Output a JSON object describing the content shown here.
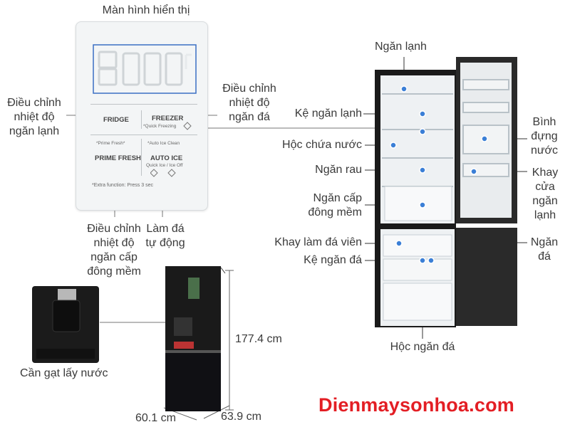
{
  "labels": {
    "display": "Màn hình hiển thị",
    "fridge_temp": [
      "Điều chỉnh",
      "nhiệt độ",
      "ngăn lạnh"
    ],
    "freezer_temp": [
      "Điều chỉnh",
      "nhiệt độ",
      "ngăn đá"
    ],
    "prime_fresh_temp": [
      "Điều chỉnh",
      "nhiệt độ",
      "ngăn cấp",
      "đông mềm"
    ],
    "auto_ice": [
      "Làm đá",
      "tự động"
    ],
    "fridge_compartment": "Ngăn lạnh",
    "fridge_shelf": "Kệ ngăn lạnh",
    "water_box": "Hộc chứa nước",
    "vegetable_drawer": "Ngăn rau",
    "prime_fresh_drawer": [
      "Ngăn cấp",
      "đông mềm"
    ],
    "ice_tray": "Khay làm đá viên",
    "freezer_shelf": "Kệ ngăn đá",
    "freezer_drawer": "Hộc ngăn đá",
    "water_tank": [
      "Bình",
      "đựng",
      "nước"
    ],
    "door_tray": [
      "Khay",
      "cửa",
      "ngăn",
      "lạnh"
    ],
    "freezer_compartment": [
      "Ngăn",
      "đá"
    ],
    "water_lever": "Cần gạt lấy nước",
    "height": "177.4 cm",
    "width": "60.1 cm",
    "depth": "63.9 cm"
  },
  "panel": {
    "fridge": "FRIDGE",
    "freezer": "FREEZER",
    "quick_freezing": "*Quick Freezing",
    "prime_fresh_note": "*Prime Fresh*",
    "auto_ice_clean": "*Auto Ice Clean",
    "prime_fresh": "PRIME FRESH",
    "auto_ice": "AUTO ICE",
    "quick_ice_off": "Quick Ice / Ice Off",
    "extra_function": "*Extra function: Press 3 sec"
  },
  "brand": "Dienmaysonhoa.com",
  "colors": {
    "brand_red": "#e31e24",
    "fridge_black": "#1a1a1a",
    "line_gray": "#6a6a6a",
    "leader_blue": "#2f5f9e"
  }
}
